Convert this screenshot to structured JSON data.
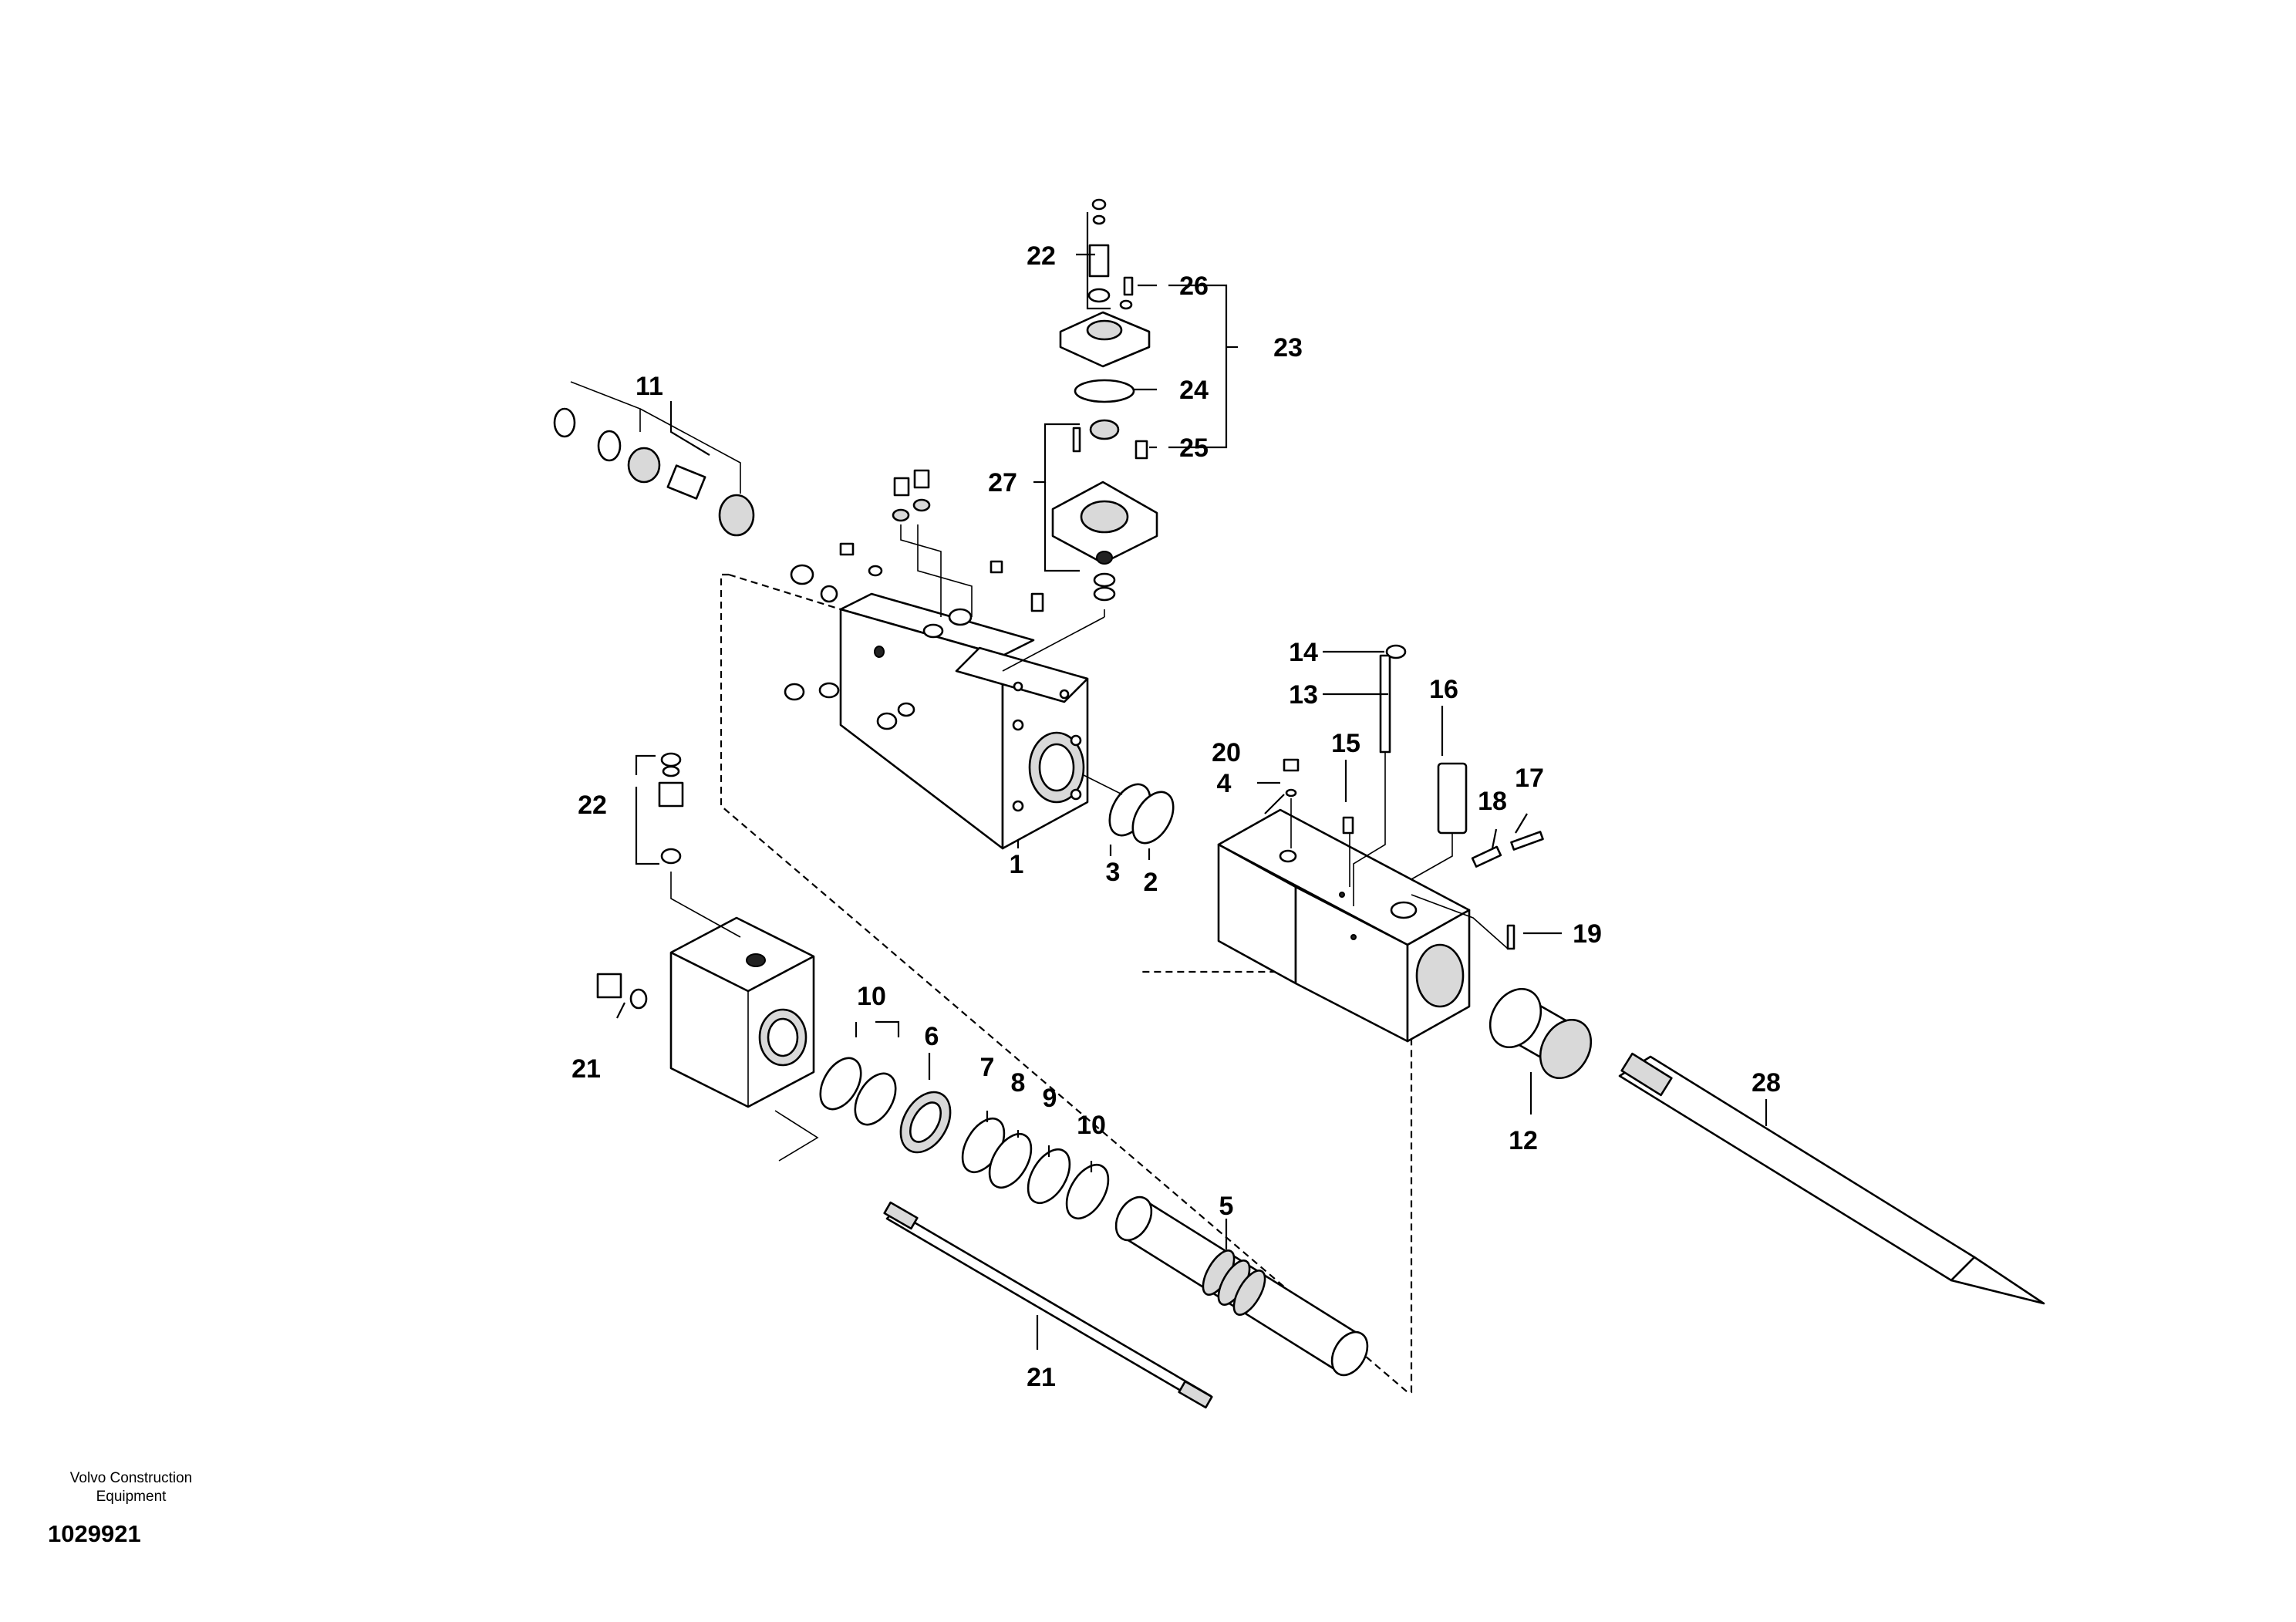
{
  "diagram": {
    "callouts": [
      "1",
      "2",
      "3",
      "4",
      "5",
      "6",
      "7",
      "8",
      "9",
      "10",
      "10",
      "11",
      "12",
      "13",
      "14",
      "15",
      "16",
      "17",
      "18",
      "19",
      "20",
      "21",
      "21",
      "22",
      "22",
      "23",
      "24",
      "25",
      "26",
      "27",
      "28"
    ]
  },
  "footer": {
    "org_line1": "Volvo Construction",
    "org_line2": "Equipment",
    "drawing_number": "1029921"
  }
}
